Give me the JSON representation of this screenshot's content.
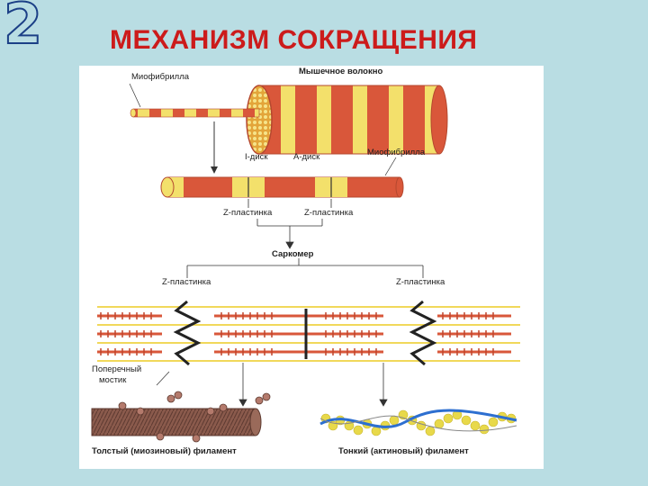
{
  "slide": {
    "number": "2",
    "title": "МЕХАНИЗМ СОКРАЩЕНИЯ"
  },
  "figure": {
    "labels": {
      "myofibril_top": "Миофибрилла",
      "muscle_fiber": "Мышечное волокно",
      "i_disc": "I-диск",
      "a_disc": "A-диск",
      "myofibril_right": "Миофибрилла",
      "z_plate_left": "Z-пластинка",
      "z_plate_right": "Z-пластинка",
      "sarcomere": "Саркомер",
      "z_plate_lower_left": "Z-пластинка",
      "z_plate_lower_right": "Z-пластинка",
      "cross_bridge_line1": "Поперечный",
      "cross_bridge_line2": "мостик",
      "thick_filament": "Толстый (миозиновый) филамент",
      "thin_filament": "Тонкий (актиновый) филамент"
    }
  },
  "colors": {
    "background": "#b9dde3",
    "title": "#cc1b1b",
    "number": "#1b3f86",
    "fiber_red": "#d9573a",
    "fiber_yellow": "#f3e06b",
    "actin_bead": "#e8d94a",
    "tropomyosin": "#2d6fd0",
    "myosin": "#7a4a40"
  }
}
